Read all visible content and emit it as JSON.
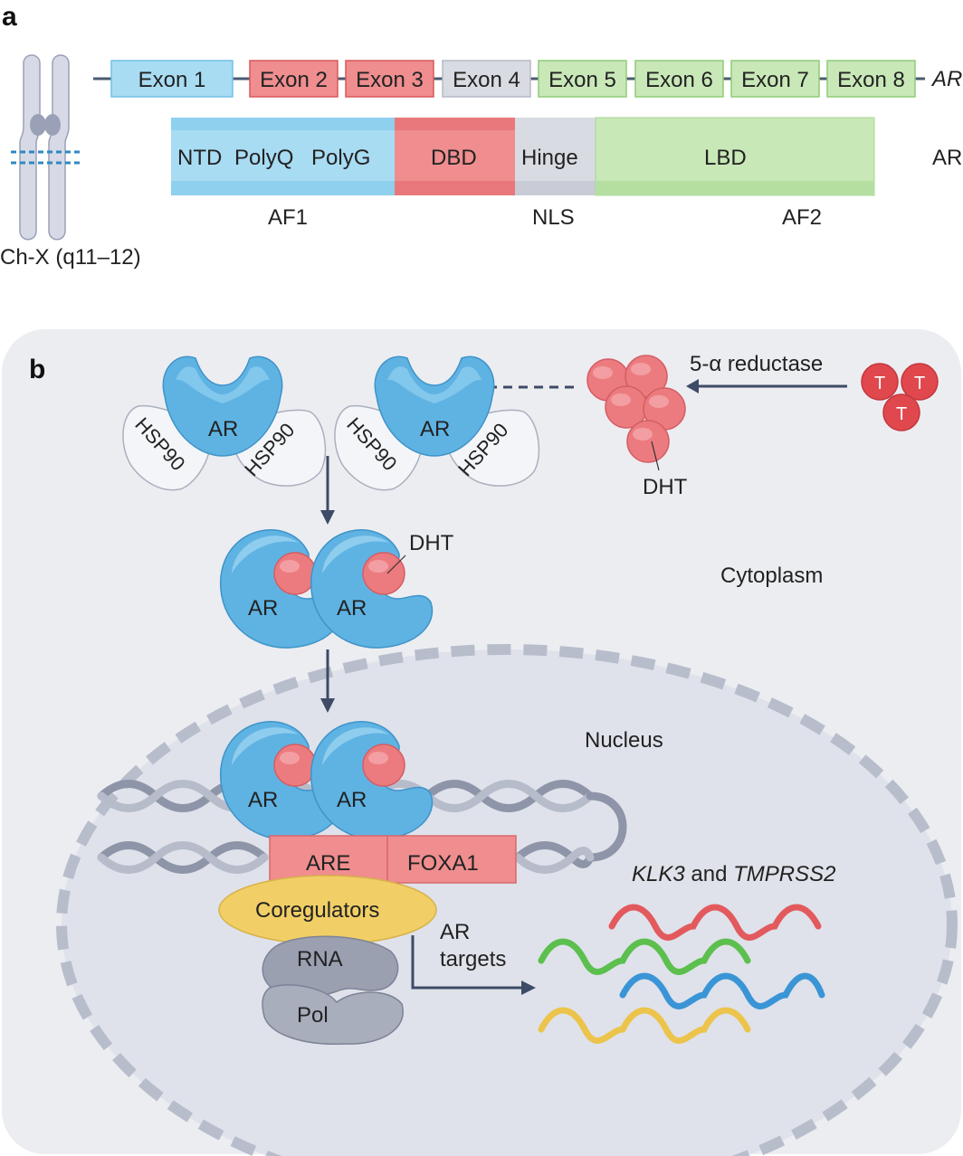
{
  "panel_a": {
    "letter": "a",
    "chromosome_label": "Ch-X (q11–12)",
    "gene_label": "AR",
    "protein_label": "AR",
    "exons": [
      {
        "label": "Exon 1",
        "color": "#a8dcf3"
      },
      {
        "label": "Exon 2",
        "color": "#ef8d8f"
      },
      {
        "label": "Exon 3",
        "color": "#ef8d8f"
      },
      {
        "label": "Exon 4",
        "color": "#d9dbe3"
      },
      {
        "label": "Exon 5",
        "color": "#c9e8b8"
      },
      {
        "label": "Exon 6",
        "color": "#c9e8b8"
      },
      {
        "label": "Exon 7",
        "color": "#c9e8b8"
      },
      {
        "label": "Exon 8",
        "color": "#c9e8b8"
      }
    ],
    "domains": {
      "ntd": "NTD",
      "polyq": "PolyQ",
      "polyg": "PolyG",
      "dbd": "DBD",
      "hinge": "Hinge",
      "lbd": "LBD"
    },
    "subregions": {
      "af1": "AF1",
      "nls": "NLS",
      "af2": "AF2"
    }
  },
  "panel_b": {
    "letter": "b",
    "hsp90": "HSP90",
    "ar": "AR",
    "dht": "DHT",
    "testosterone": "T",
    "reductase": "5-α reductase",
    "cytoplasm": "Cytoplasm",
    "nucleus": "Nucleus",
    "are": "ARE",
    "foxa1": "FOXA1",
    "coregulators": "Coregulators",
    "rna": "RNA",
    "pol": "Pol",
    "ar_targets_line1": "AR",
    "ar_targets_line2": "targets",
    "klk3": "KLK3",
    "and_word": " and ",
    "tmprss2": "TMPRSS2"
  },
  "colors": {
    "ar_blue": "#5fb3e3",
    "dht_red": "#ec7b7f",
    "testosterone_red": "#e0484e",
    "cell_bg": "#ecedf1",
    "nucleus_bg": "#dfe2ea",
    "arrow": "#3e4b66",
    "coregulator_yellow": "#f1cf66",
    "polymerase_grey": "#9aa0b0"
  }
}
